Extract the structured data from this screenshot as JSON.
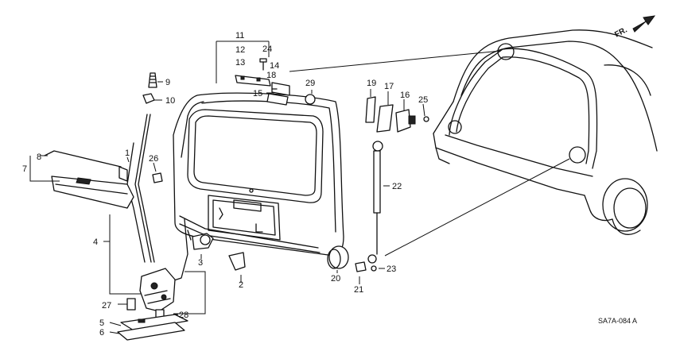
{
  "diagram": {
    "direction_label": "FR.",
    "ref_code": "SA7A-084 A",
    "callouts": {
      "c1": "1",
      "c2": "2",
      "c3": "3",
      "c4": "4",
      "c5": "5",
      "c6": "6",
      "c7": "7",
      "c8": "8",
      "c9": "9",
      "c10": "10",
      "c11": "11",
      "c12": "12",
      "c13": "13",
      "c14": "14",
      "c15": "15",
      "c16": "16",
      "c17": "17",
      "c18": "18",
      "c19": "19",
      "c20": "20",
      "c21": "21",
      "c22": "22",
      "c23": "23",
      "c24": "24",
      "c25": "25",
      "c26": "26",
      "c27": "27",
      "c28": "28",
      "c29": "29"
    }
  }
}
